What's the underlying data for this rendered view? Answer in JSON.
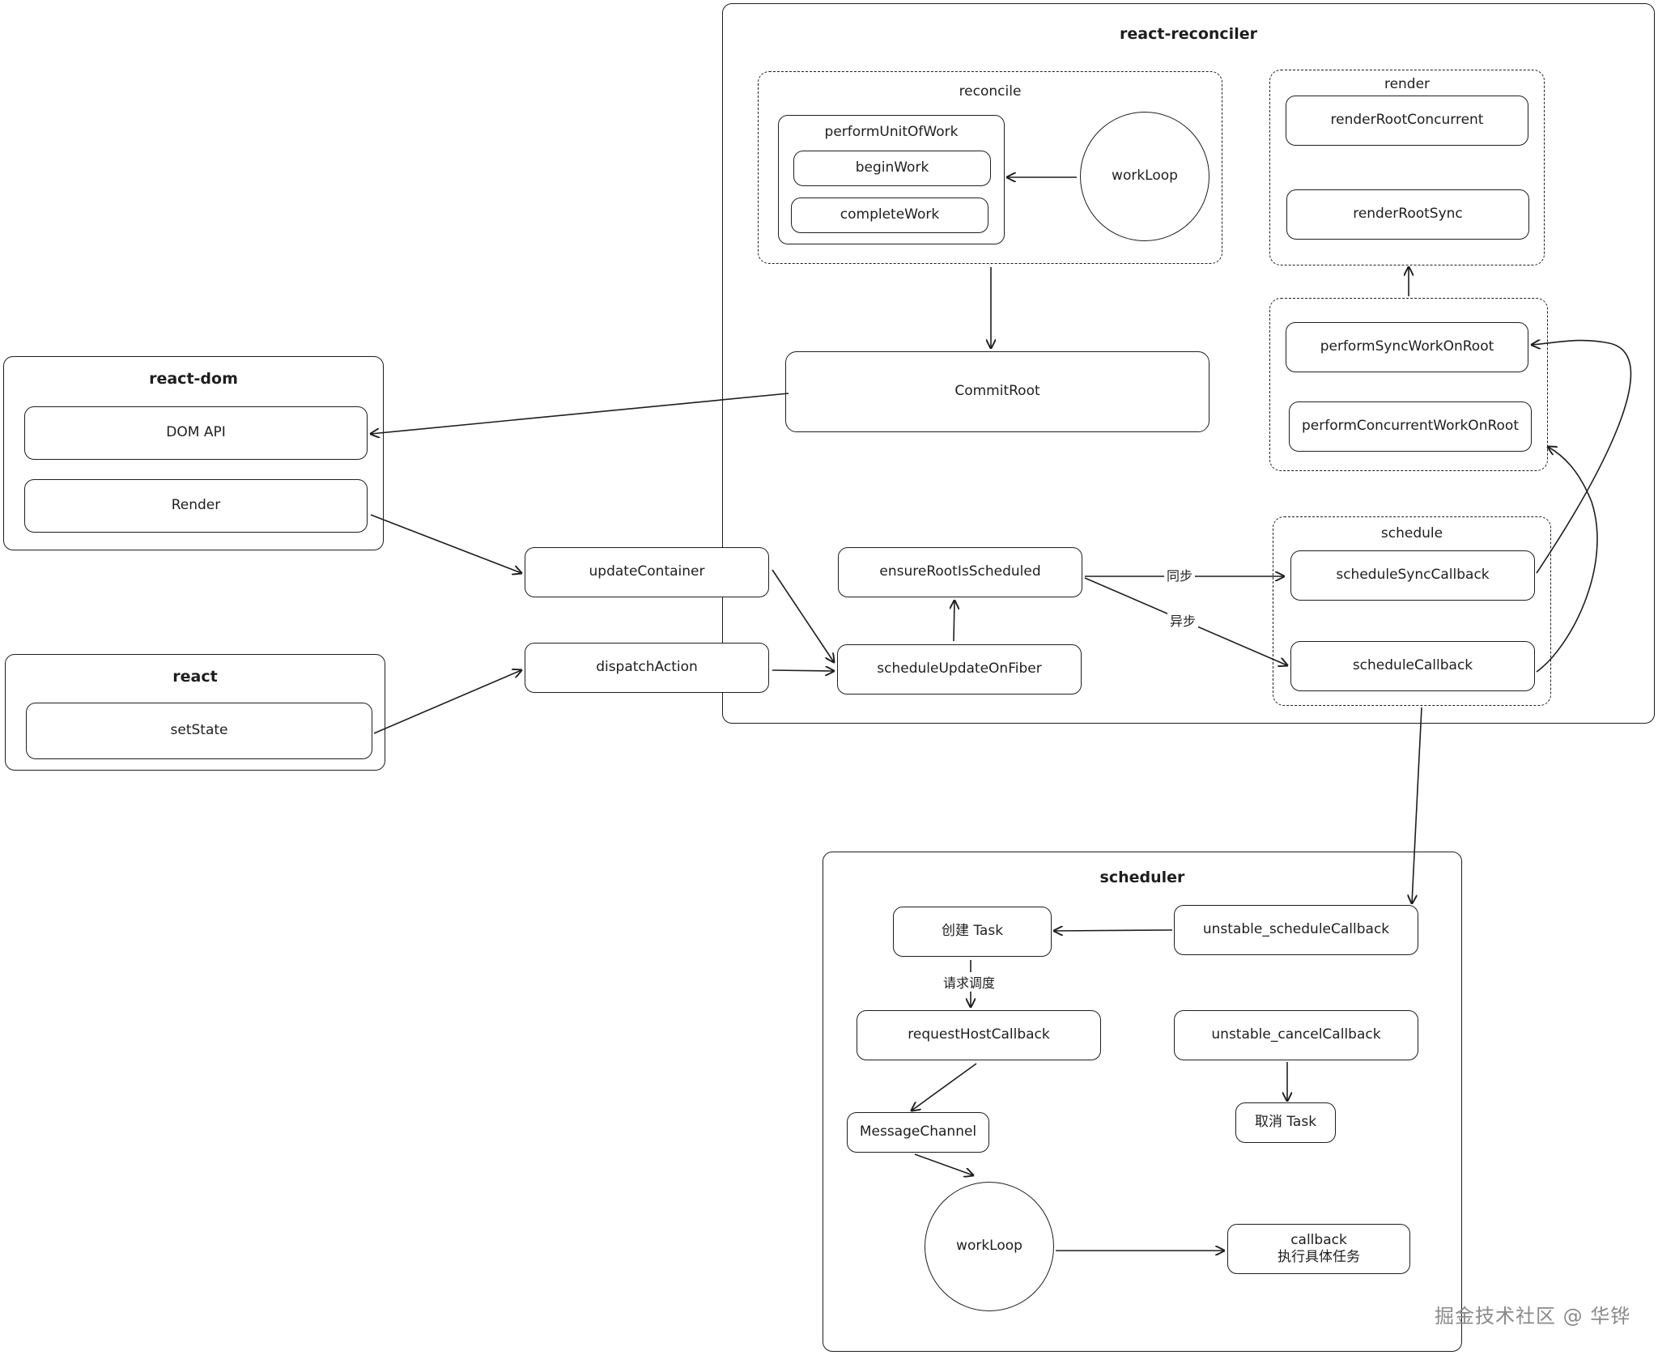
{
  "groups": {
    "react_reconciler": "react-reconciler",
    "reconcile": "reconcile",
    "render": "render",
    "schedule": "schedule",
    "react_dom": "react-dom",
    "react": "react",
    "scheduler": "scheduler"
  },
  "nodes": {
    "perform_unit_of_work": "performUnitOfWork",
    "begin_work": "beginWork",
    "complete_work": "completeWork",
    "work_loop_reconcile": "workLoop",
    "render_root_concurrent": "renderRootConcurrent",
    "render_root_sync": "renderRootSync",
    "perform_sync_work_on_root": "performSyncWorkOnRoot",
    "perform_concurrent_work_on_root": "performConcurrentWorkOnRoot",
    "commit_root": "CommitRoot",
    "dom_api": "DOM API",
    "render": "Render",
    "set_state": "setState",
    "update_container": "updateContainer",
    "dispatch_action": "dispatchAction",
    "ensure_root_is_scheduled": "ensureRootIsScheduled",
    "schedule_update_on_fiber": "scheduleUpdateOnFiber",
    "schedule_sync_callback": "scheduleSyncCallback",
    "schedule_callback": "scheduleCallback",
    "create_task": "创建 Task",
    "unstable_schedule_callback": "unstable_scheduleCallback",
    "request_host_callback": "requestHostCallback",
    "unstable_cancel_callback": "unstable_cancelCallback",
    "message_channel": "MessageChannel",
    "cancel_task": "取消 Task",
    "work_loop_scheduler": "workLoop",
    "callback_line1": "callback",
    "callback_line2": "执行具体任务"
  },
  "edge_labels": {
    "sync": "同步",
    "async": "异步",
    "request_schedule": "请求调度"
  },
  "watermark": "掘金技术社区 @ 华铧"
}
